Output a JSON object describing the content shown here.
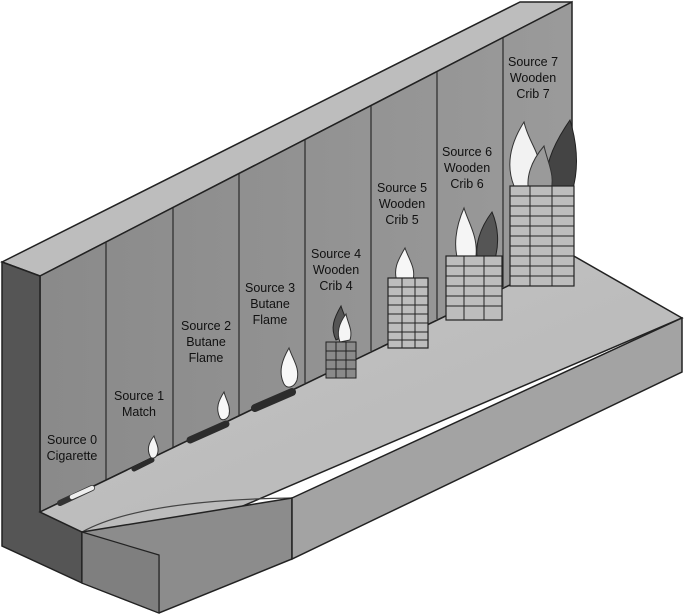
{
  "diagram": {
    "sources": [
      {
        "lines": [
          "Source 0",
          "Cigarette"
        ]
      },
      {
        "lines": [
          "Source 1",
          "Match"
        ]
      },
      {
        "lines": [
          "Source 2",
          "Butane",
          "Flame"
        ]
      },
      {
        "lines": [
          "Source 3",
          "Butane",
          "Flame"
        ]
      },
      {
        "lines": [
          "Source 4",
          "Wooden",
          "Crib 4"
        ]
      },
      {
        "lines": [
          "Source 5",
          "Wooden",
          "Crib 5"
        ]
      },
      {
        "lines": [
          "Source 6",
          "Wooden",
          "Crib 6"
        ]
      },
      {
        "lines": [
          "Source 7",
          "Wooden",
          "Crib 7"
        ]
      }
    ]
  }
}
